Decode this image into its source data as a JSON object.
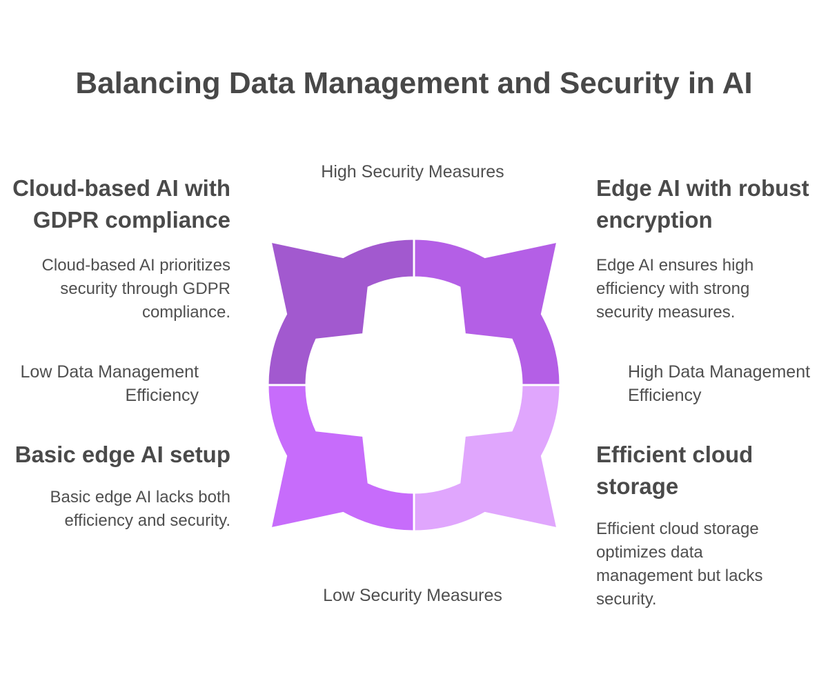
{
  "title": "Balancing Data Management and Security in AI",
  "axes": {
    "top": "High Security Measures",
    "bottom": "Low Security Measures",
    "left": "Low Data Management\nEfficiency",
    "right": "High Data Management\nEfficiency"
  },
  "quadrants": {
    "top_left": {
      "title": "Cloud-based AI with\nGDPR compliance",
      "description": "Cloud-based AI prioritizes\nsecurity through GDPR\ncompliance.",
      "color": "#A259CF"
    },
    "top_right": {
      "title": "Edge AI with robust\nencryption",
      "description": "Edge AI ensures high\nefficiency with strong\nsecurity measures.",
      "color": "#B45FE6"
    },
    "bottom_left": {
      "title": "Basic edge AI setup",
      "description": "Basic edge AI lacks both\nefficiency and security.",
      "color": "#C76CFB"
    },
    "bottom_right": {
      "title": "Efficient cloud\nstorage",
      "description": "Efficient cloud storage\noptimizes data\nmanagement but lacks\nsecurity.",
      "color": "#E0A6FD"
    }
  }
}
